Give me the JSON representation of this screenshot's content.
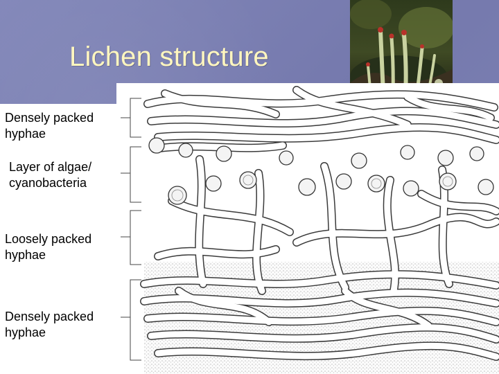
{
  "slide": {
    "title": "Lichen structure",
    "background_color": "#7a7fb2",
    "title_color": "#fff6bf"
  },
  "photo": {
    "subject": "lichen-photo"
  },
  "layers": [
    {
      "line1": "Densely packed",
      "line2": "hyphae"
    },
    {
      "line1": "Layer of algae/",
      "line2": "cyanobacteria"
    },
    {
      "line1": "Loosely packed",
      "line2": "hyphae"
    },
    {
      "line1": "Densely packed",
      "line2": "hyphae"
    }
  ]
}
